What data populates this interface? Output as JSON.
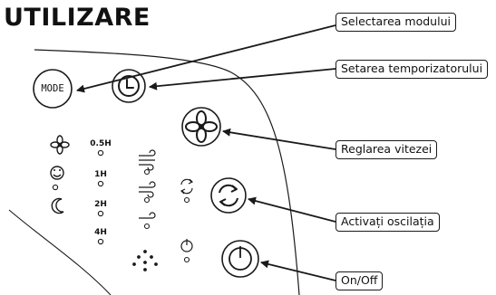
{
  "title": "UTILIZARE",
  "callouts": {
    "mode": "Selectarea modului",
    "timer": "Setarea temporizatorului",
    "speed": "Reglarea vitezei",
    "oscillation": "Activați oscilația",
    "power": "On/Off"
  },
  "buttons": {
    "mode_label": "MODE"
  },
  "timer_labels": [
    "0.5H",
    "1H",
    "2H",
    "4H"
  ],
  "icons": {
    "mode_button": "mode-text-icon",
    "timer_button": "clock-icon",
    "speed_button": "fan-icon",
    "oscillation_button": "rotate-arrows-icon",
    "power_button": "power-icon",
    "mode_indicators": [
      "fan-icon",
      "smiley-icon",
      "moon-icon"
    ],
    "speed_indicators": [
      "wind-high-icon",
      "wind-medium-icon",
      "wind-low-icon"
    ],
    "oscillation_indicator": "rotate-arrows-icon",
    "power_indicator": "power-icon",
    "remote_receiver": "dots-icon"
  }
}
